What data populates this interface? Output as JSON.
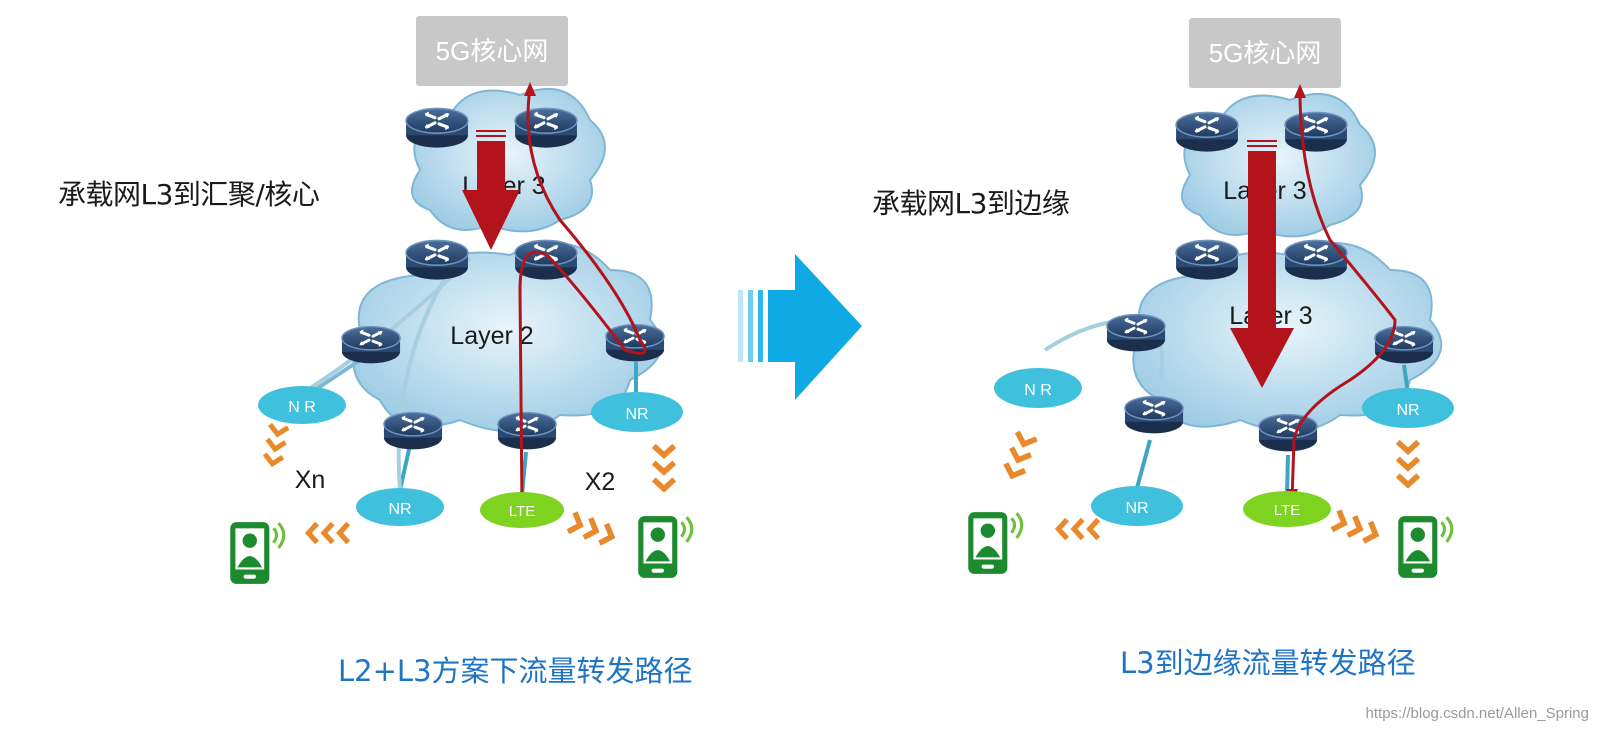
{
  "left": {
    "core_label": "5G核心网",
    "side_label": "承载网L3到汇聚/核心",
    "layer3_label": "Layer 3",
    "layer2_label": "Layer 2",
    "nr_labels": [
      "N R",
      "NR",
      "NR"
    ],
    "lte_label": "LTE",
    "xn_label": "Xn",
    "x2_label": "X2",
    "caption": "L2+L3方案下流量转发路径"
  },
  "right": {
    "core_label": "5G核心网",
    "side_label": "承载网L3到边缘",
    "layer3_top_label": "Layer 3",
    "layer3_label": "Layer 3",
    "nr_labels": [
      "N R",
      "NR",
      "NR"
    ],
    "lte_label": "LTE",
    "caption": "L3到边缘流量转发路径"
  },
  "watermark": "https://blog.csdn.net/Allen_Spring",
  "colors": {
    "cloud": "#a9d3e8",
    "nr_node": "#3fc1dd",
    "lte_node": "#7ed321",
    "path_red": "#b3141b",
    "core_box": "#c8c8c8",
    "arrow_blue": "#0fa9e6",
    "chevron": "#e8892b",
    "phone": "#1c8a2e",
    "caption": "#1f74c4"
  }
}
